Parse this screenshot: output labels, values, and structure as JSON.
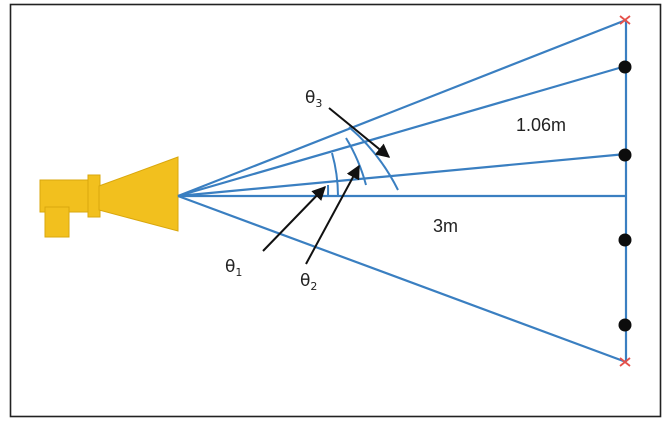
{
  "figure": {
    "labels": {
      "distance_horizontal": "3m",
      "distance_vertical": "1.06m",
      "theta1": "θ",
      "theta1_sub": "1",
      "theta2": "θ",
      "theta2_sub": "2",
      "theta3": "θ",
      "theta3_sub": "3"
    },
    "colors": {
      "ray": "#3a7fc1",
      "arc": "#3a7fc1",
      "pointer": "#111111",
      "horn": "#f2c01e",
      "horn_edge": "#d9a70d",
      "marker_dot": "#0d0d0d",
      "marker_cross": "#e5504a",
      "border": "#222222"
    },
    "markers": {
      "dots": 4,
      "crosses": 2
    },
    "icons": {
      "source": "horn-antenna-icon"
    }
  }
}
